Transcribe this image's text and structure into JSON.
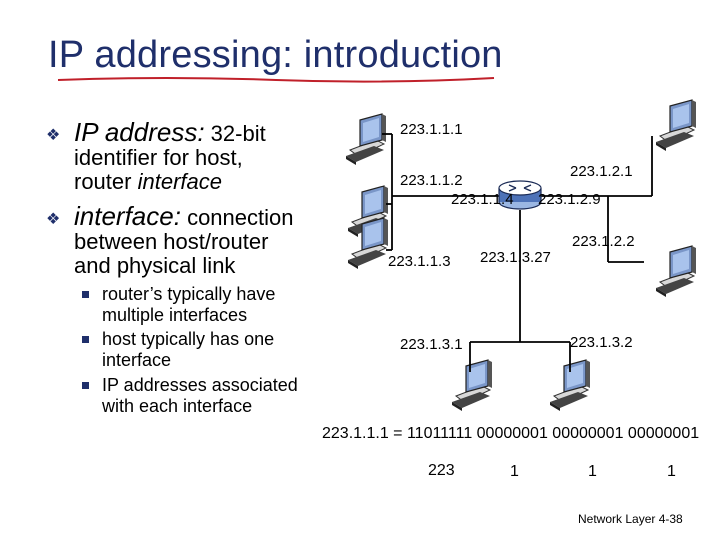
{
  "slide": {
    "title": "IP addressing: introduction",
    "bullets": [
      {
        "term": "IP address:",
        "rest_line1": " 32-bit",
        "line2": "identifier for host,",
        "line3_a": "router ",
        "line3_b": "interface"
      },
      {
        "term": "interface:",
        "rest_line1": " connection",
        "line2": "between host/router",
        "line3": "and physical link"
      }
    ],
    "sub_bullets": [
      [
        "router’s typically have",
        "multiple interfaces"
      ],
      [
        "host typically has one",
        "interface"
      ],
      [
        "IP addresses associated",
        "with each interface"
      ]
    ],
    "bullet_icon": "diamond-check-icon",
    "footer": "Network Layer 4-38"
  },
  "diagram": {
    "labels": {
      "a111": "223.1.1.1",
      "a112": "223.1.1.2",
      "a113": "223.1.1.3",
      "a114": "223.1.1.4",
      "a121": "223.1.2.1",
      "a129": "223.1.2.9",
      "a122": "223.1.2.2",
      "a1327": "223.1.3.27",
      "a131": "223.1.3.1",
      "a132": "223.1.3.2"
    },
    "binary": {
      "equation": "223.1.1.1 = 11011111 00000001 00000001 00000001",
      "decimals": [
        "223",
        "1",
        "1",
        "1"
      ]
    },
    "icons": [
      "host-computer-icon",
      "router-icon"
    ],
    "colors": {
      "title": "#1f2f6b",
      "underline": "#c0202a"
    }
  }
}
